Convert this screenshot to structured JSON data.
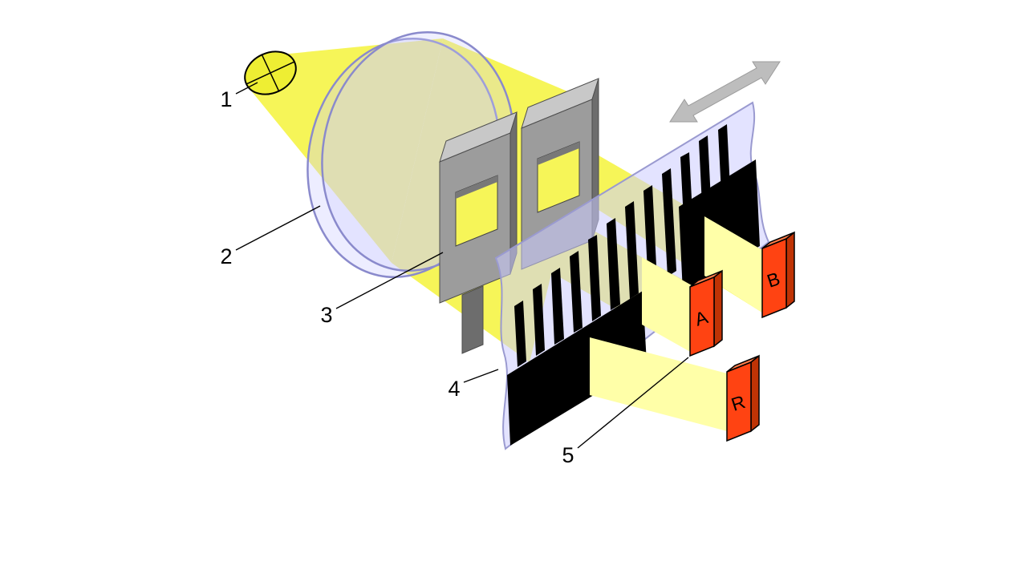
{
  "labels": {
    "lamp": "1",
    "lens": "2",
    "mask": "3",
    "strip": "4",
    "detector": "5"
  },
  "detectors": {
    "a": "A",
    "b": "B",
    "r": "R"
  },
  "colors": {
    "background": "#ffffff",
    "beam_yellow": "#f6f558",
    "beam_light": "#ffffa8",
    "bulb_yellow": "#eeee33",
    "lens_lavender": "#ccccff",
    "lens_edge": "#8a8acc",
    "mask_front": "#9c9c9c",
    "mask_top": "#c8c8c8",
    "mask_side": "#6d6d6d",
    "strip_fill": "#ccccff",
    "strip_edge": "#9a9ad0",
    "bar_black": "#000000",
    "detector_front": "#ff4312",
    "detector_top": "#ff7c49",
    "detector_side": "#bf3305",
    "arrow_gray": "#bdbdbd",
    "line_black": "#000000"
  }
}
